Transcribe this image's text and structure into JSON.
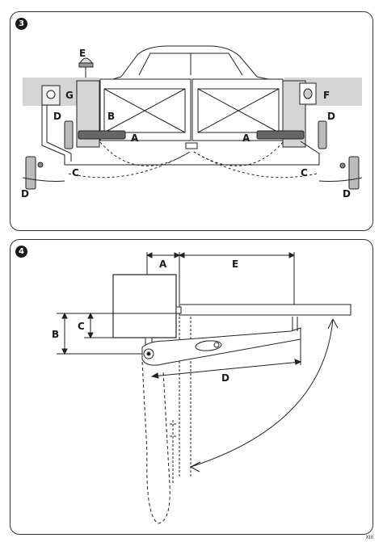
{
  "figure3": {
    "number": "3",
    "labels": {
      "A": "A",
      "B": "B",
      "C": "C",
      "D": "D",
      "E": "E",
      "F": "F",
      "G": "G"
    }
  },
  "figure4": {
    "number": "4",
    "labels": {
      "A": "A",
      "B": "B",
      "C": "C",
      "D": "D",
      "E": "E"
    }
  },
  "page_number": "XIII"
}
